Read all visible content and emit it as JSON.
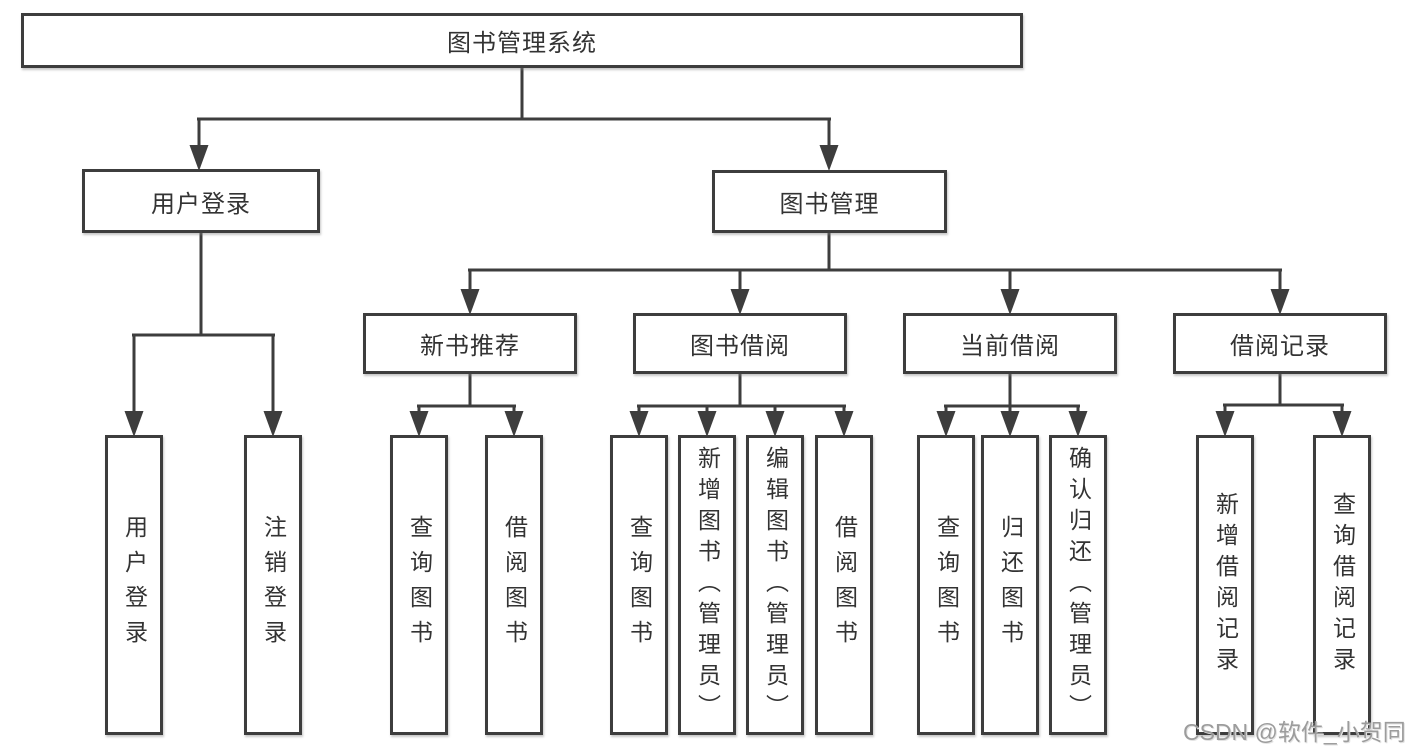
{
  "diagram": {
    "title": "图书管理系统",
    "type": "hierarchy-tree",
    "tree": {
      "root": "图书管理系统",
      "level2": [
        "用户登录",
        "图书管理"
      ],
      "level3": [
        "新书推荐",
        "图书借阅",
        "当前借阅",
        "借阅记录"
      ],
      "leaves": {
        "user_login": [
          "用户登录",
          "注销登录"
        ],
        "new_book_recommend": [
          "查询图书",
          "借阅图书"
        ],
        "book_borrow": [
          "查询图书",
          "新增图书（管理员）",
          "编辑图书（管理员）",
          "借阅图书"
        ],
        "current_borrow": [
          "查询图书",
          "归还图书",
          "确认归还（管理员）"
        ],
        "borrow_records": [
          "新增借阅记录",
          "查询借阅记录"
        ]
      }
    },
    "colors": {
      "line": "#3d3d3d",
      "box_border": "#3d3d3d",
      "text": "#333333",
      "background": "#ffffff",
      "watermark_text": "#9c9c9c"
    }
  },
  "watermark": "CSDN @软件_小贺同学"
}
